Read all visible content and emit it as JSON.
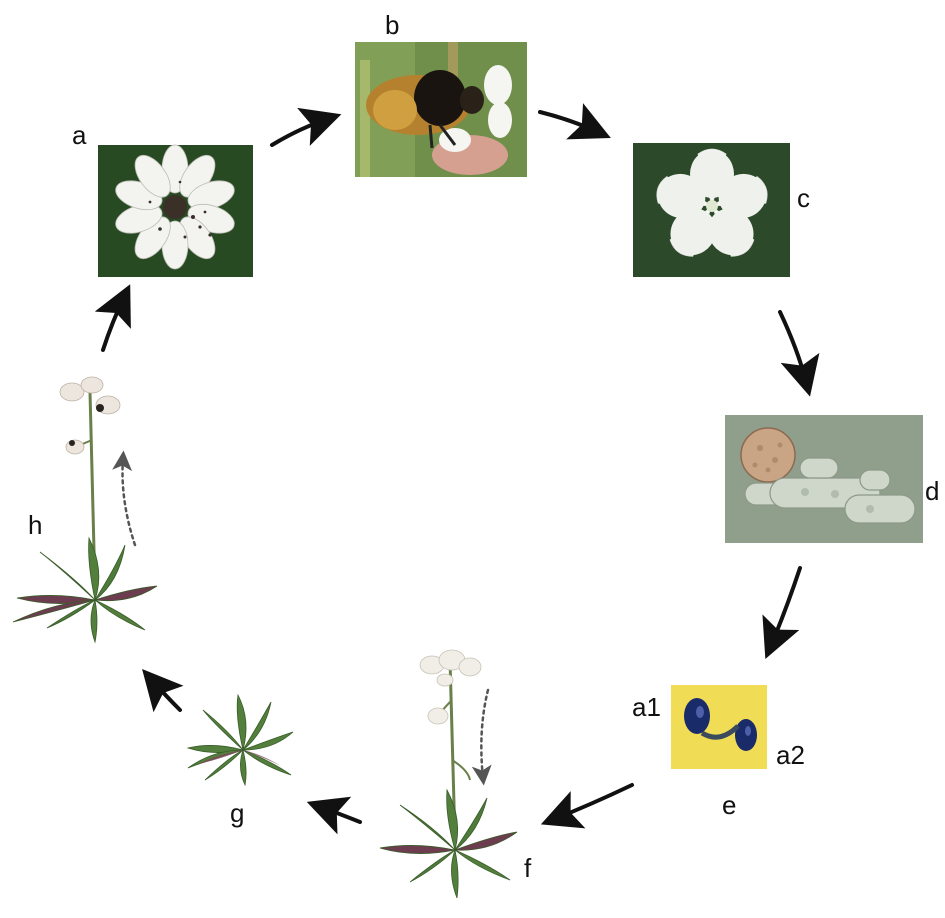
{
  "labels": {
    "a": "a",
    "b": "b",
    "c": "c",
    "d": "d",
    "e": "e",
    "a1": "a1",
    "a2": "a2",
    "f": "f",
    "g": "g",
    "h": "h"
  },
  "colors": {
    "arrow": "#111111",
    "dotted_arrow": "#555555",
    "leaf": "#4e7a3a",
    "leaf_dark": "#3b5e2c",
    "leaf_purple": "#6b3a4a",
    "petal": "#f4f6f4",
    "stain_bg": "#f2de5a",
    "spore": "#1b2d6b",
    "micro_bg": "#8fa08a"
  }
}
